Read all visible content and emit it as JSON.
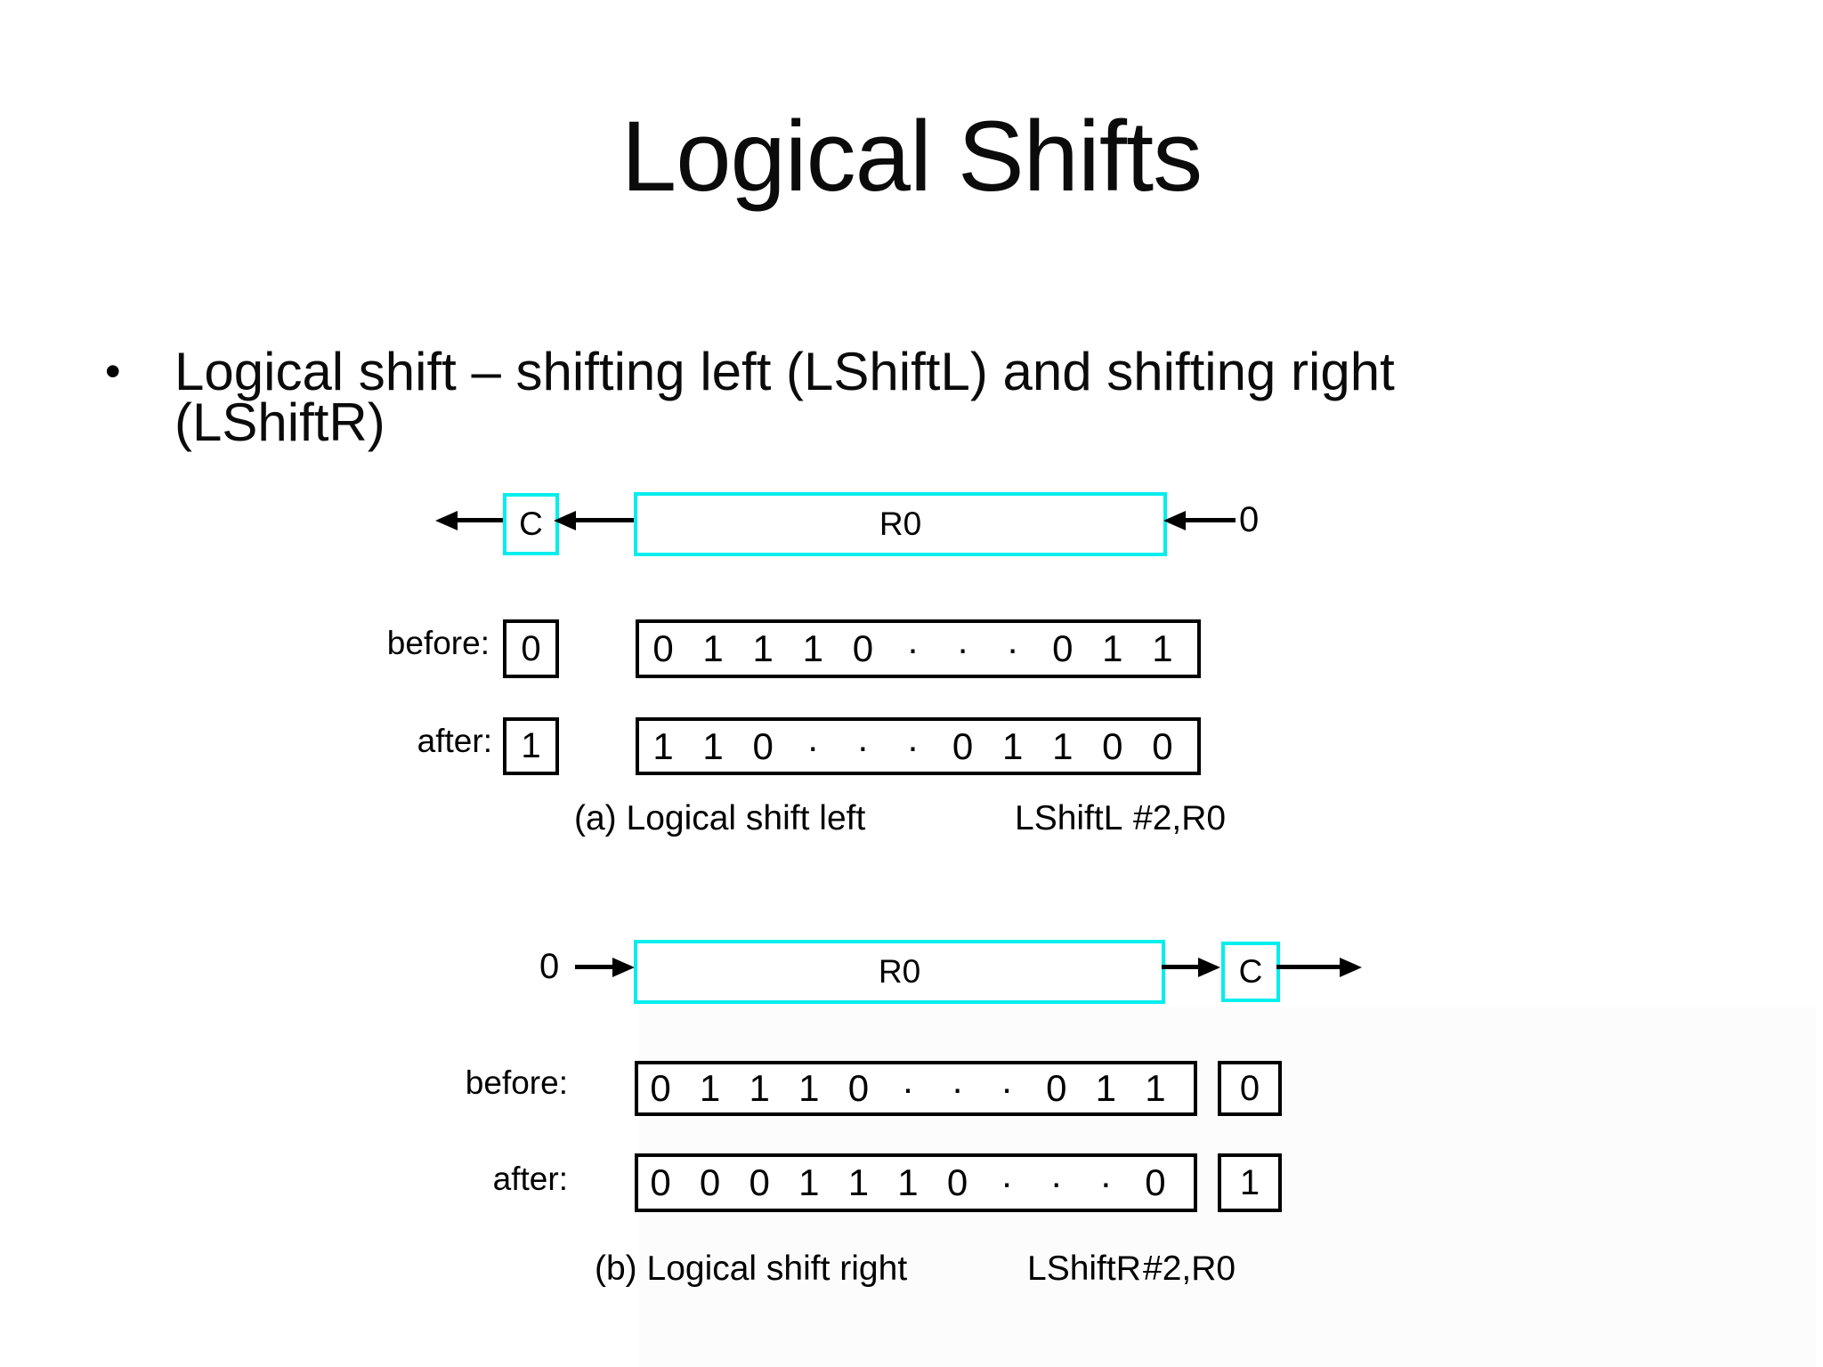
{
  "slide": {
    "title": "Logical Shifts",
    "bullet": {
      "marker": "•",
      "line1": "Logical shift – shifting left (LShiftL) and shifting right",
      "line2": "(LShiftR)"
    }
  },
  "figure_a": {
    "carry_label": "C",
    "register_label": "R0",
    "shift_in_bit": "0",
    "rows": [
      {
        "label": "before:",
        "carry": "0",
        "bits": [
          "0",
          "1",
          "1",
          "1",
          "0",
          "·",
          "·",
          "·",
          "0",
          "1",
          "1"
        ]
      },
      {
        "label": "after:",
        "carry": "1",
        "bits": [
          "1",
          "1",
          "0",
          "·",
          "·",
          "·",
          "0",
          "1",
          "1",
          "0",
          "0"
        ]
      }
    ],
    "caption": "(a) Logical shift left",
    "instruction": "LShiftL",
    "operands": "#2,R0"
  },
  "figure_b": {
    "carry_label": "C",
    "register_label": "R0",
    "shift_in_bit": "0",
    "rows": [
      {
        "label": "before:",
        "carry": "0",
        "bits": [
          "0",
          "1",
          "1",
          "1",
          "0",
          "·",
          "·",
          "·",
          "0",
          "1",
          "1"
        ]
      },
      {
        "label": "after:",
        "carry": "1",
        "bits": [
          "0",
          "0",
          "0",
          "1",
          "1",
          "1",
          "0",
          "·",
          "·",
          "·",
          "0"
        ]
      }
    ],
    "caption": "(b) Logical shift right",
    "instruction": "LShiftR",
    "operands": "#2,R0"
  },
  "colors": {
    "register_border": "#00eeee",
    "diagram_ink": "#000000"
  }
}
